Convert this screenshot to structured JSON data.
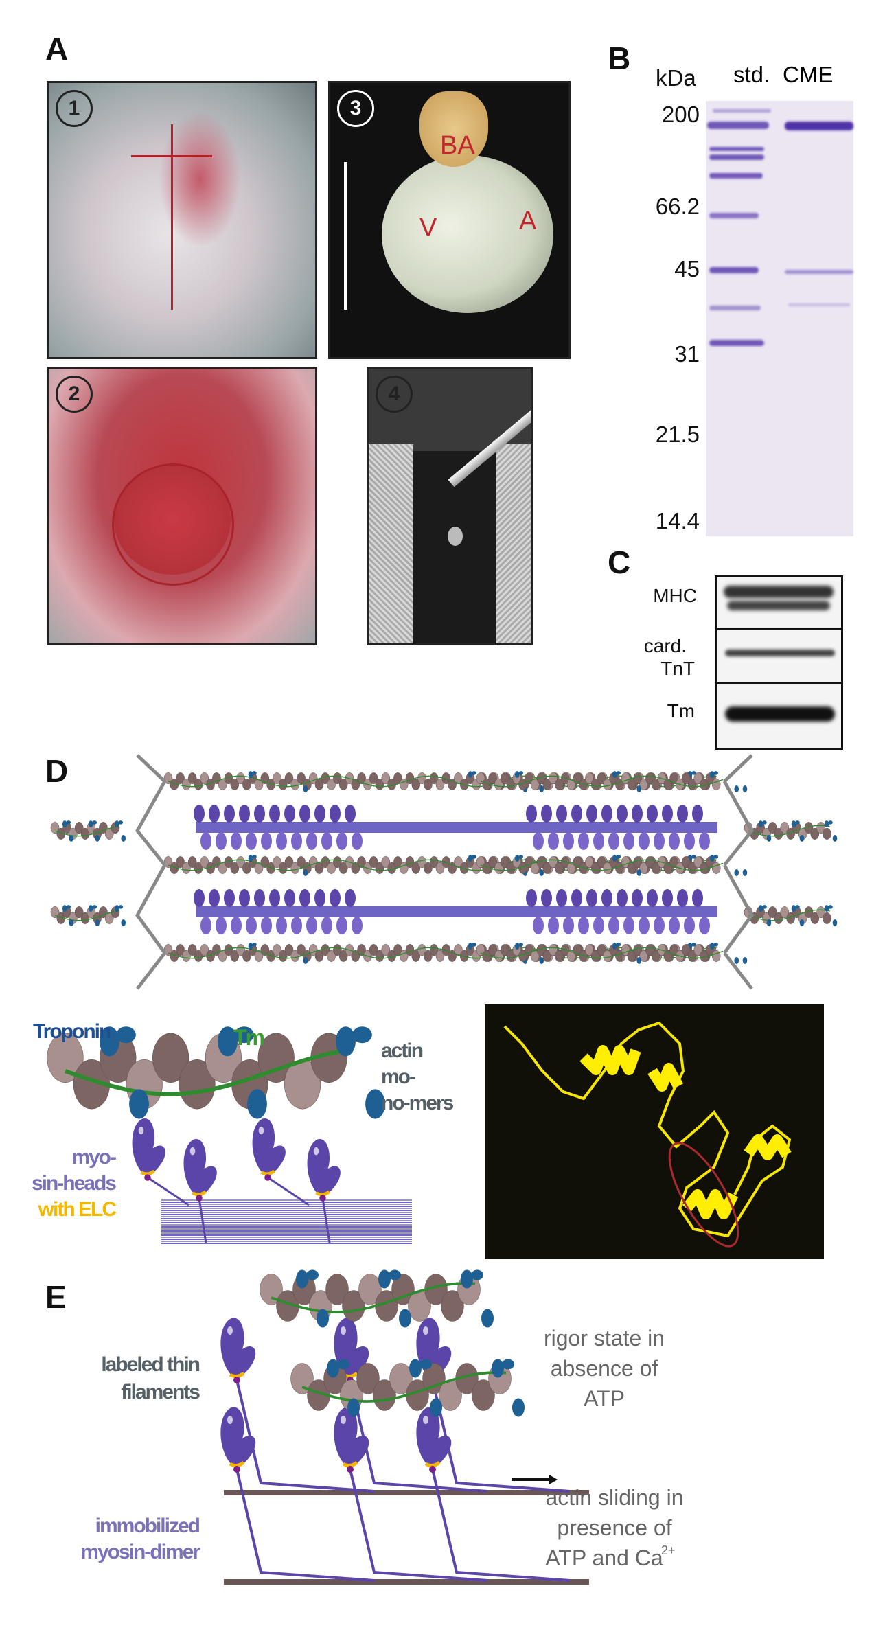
{
  "panels": {
    "A": "A",
    "B": "B",
    "C": "C",
    "D": "D",
    "E": "E"
  },
  "panelA": {
    "photo1_num": "1",
    "photo2_num": "2",
    "photo3_num": "3",
    "photo4_num": "4",
    "photo3_labels": {
      "ba": "BA",
      "v": "V",
      "a": "A"
    }
  },
  "panelB": {
    "unit": "kDa",
    "lanes": [
      "std.",
      "CME"
    ],
    "markers": [
      "200",
      "66.2",
      "45",
      "31",
      "21.5",
      "14.4"
    ]
  },
  "panelC": {
    "rows": [
      "MHC",
      "card. TnT",
      "Tm"
    ],
    "row2_line1": "card.",
    "row2_line2": "TnT"
  },
  "panelD": {
    "troponin": "Troponin",
    "tm": "Tm",
    "actin": [
      "actin",
      "mo-",
      "no-mers"
    ],
    "myosin": [
      "myo-",
      "sin-heads"
    ],
    "elc": "with ELC"
  },
  "panelE": {
    "label_thin": [
      "labeled thin",
      "filaments"
    ],
    "label_myosin": [
      "immobilized",
      "myosin-dimer"
    ],
    "rigor": [
      "rigor state in",
      "absence of",
      "ATP"
    ],
    "sliding": [
      "actin sliding in",
      "presence of",
      "ATP and Ca"
    ],
    "sup": "2+"
  },
  "colors": {
    "actin": "#7d6564",
    "troponin": "#1e5f94",
    "tm": "#2e8b2e",
    "myosin": "#5b45a8",
    "elc": "#f4b400",
    "label_gray": "#555f66",
    "label_purple": "#7a72b8"
  }
}
